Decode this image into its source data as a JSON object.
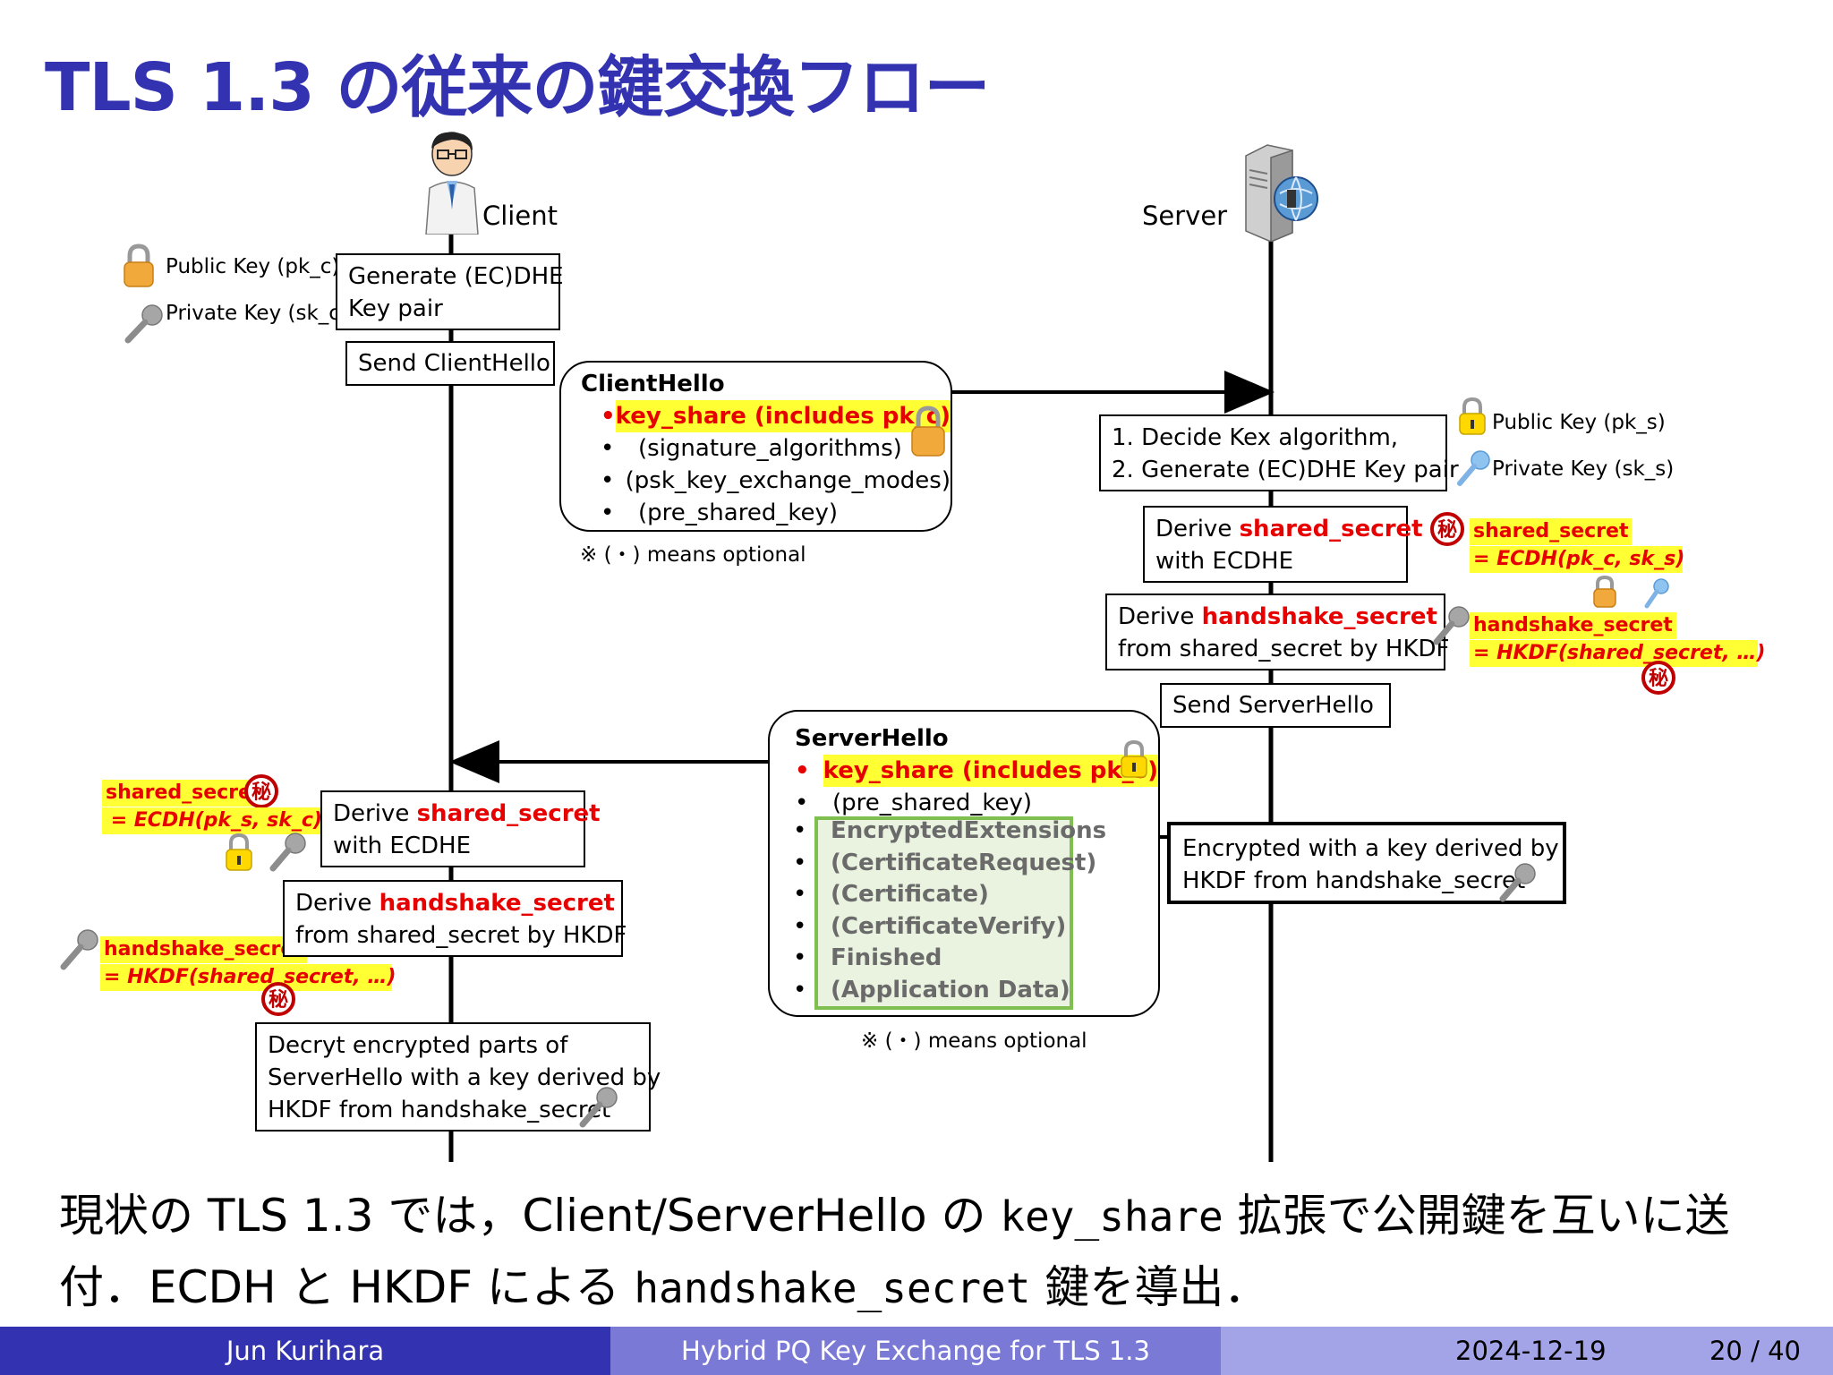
{
  "title": "TLS 1.3 の従来の鍵交換フロー",
  "actors": {
    "client": "Client",
    "server": "Server"
  },
  "client_keys": {
    "public": "Public Key (pk_c)",
    "private": "Private Key (sk_c)"
  },
  "server_keys": {
    "public": "Public Key (pk_s)",
    "private": "Private Key (sk_s)"
  },
  "client_steps": {
    "generate_line1": "Generate (EC)DHE",
    "generate_line2": "Key pair",
    "send_hello": "Send ClientHello",
    "derive_shared_pre": "Derive ",
    "derive_shared_red": "shared_secret",
    "derive_shared_line2": "with ECDHE",
    "derive_hs_pre": "Derive ",
    "derive_hs_red": "handshake_secret",
    "derive_hs_line2": "from shared_secret by HKDF",
    "decrypt_line1": "Decryt encrypted parts of",
    "decrypt_line2": "ServerHello with a key derived by",
    "decrypt_line3": "HKDF from handshake_secret"
  },
  "server_steps": {
    "decide_line1": "1. Decide Kex algorithm,",
    "decide_line2": "2. Generate (EC)DHE Key pair",
    "derive_shared_pre": "Derive ",
    "derive_shared_red": "shared_secret",
    "derive_shared_line2": "with ECDHE",
    "derive_hs_pre": "Derive ",
    "derive_hs_red": "handshake_secret",
    "derive_hs_line2": "from shared_secret by HKDF",
    "send_hello": "Send ServerHello"
  },
  "client_hello": {
    "heading": "ClientHello",
    "key_share": "key_share (includes pk_c)",
    "items": [
      "(signature_algorithms)",
      "(psk_key_exchange_modes)",
      "(pre_shared_key)"
    ],
    "note": "※ (・) means optional"
  },
  "server_hello": {
    "heading": "ServerHello",
    "key_share": "key_share (includes pk_s)",
    "item": "(pre_shared_key)",
    "encrypted_items": [
      "EncryptedExtensions",
      "(CertificateRequest)",
      "(Certificate)",
      "(CertificateVerify)",
      "Finished",
      "(Application Data)"
    ],
    "note": "※ (・) means optional"
  },
  "encrypted_callout": {
    "line1": "Encrypted with a key derived by",
    "line2": "HKDF from handshake_secret"
  },
  "formulas": {
    "server_shared_1": "shared_secret",
    "server_shared_2": "= ECDH(pk_c, sk_s)",
    "server_hs_1": "handshake_secret",
    "server_hs_2": "= HKDF(shared_secret, …)",
    "client_shared_1": "shared_secret",
    "client_shared_2": "= ECDH(pk_s, sk_c)",
    "client_hs_1": "handshake_secret",
    "client_hs_2": "= HKDF(shared_secret, …)"
  },
  "secret_badge": "秘",
  "body": {
    "line1_a": "現状の TLS 1.3 では，Client/ServerHello の ",
    "line1_mono": "key_share",
    "line1_b": " 拡張で公開鍵を互いに送",
    "line2_a": "付．ECDH と HKDF による ",
    "line2_mono": "handshake_secret",
    "line2_b": " 鍵を導出．"
  },
  "footer": {
    "author": "Jun Kurihara",
    "talk": "Hybrid PQ Key Exchange for TLS 1.3",
    "date": "2024-12-19",
    "page": "20 / 40"
  },
  "colors": {
    "title": "#3333b2",
    "highlight": "#ffff33",
    "red": "#e60000",
    "green_border": "#7fbf4f",
    "green_fill": "#e9f3df",
    "footer_dark": "#3333b2",
    "footer_mid": "#7a7ad6",
    "footer_light": "#a3a3e8"
  },
  "icons": [
    "person-icon",
    "server-icon",
    "lock-icon",
    "key-icon",
    "secret-badge-icon"
  ]
}
